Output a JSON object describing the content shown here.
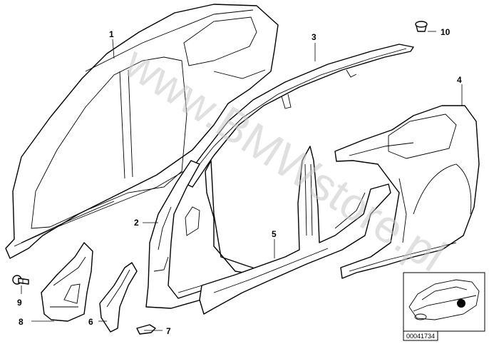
{
  "diagram": {
    "callouts": [
      {
        "id": "1",
        "label": "1"
      },
      {
        "id": "2",
        "label": "2"
      },
      {
        "id": "3",
        "label": "3"
      },
      {
        "id": "4",
        "label": "4"
      },
      {
        "id": "5",
        "label": "5"
      },
      {
        "id": "6",
        "label": "6"
      },
      {
        "id": "7",
        "label": "7"
      },
      {
        "id": "8",
        "label": "8"
      },
      {
        "id": "9",
        "label": "9"
      },
      {
        "id": "10",
        "label": "10"
      }
    ],
    "watermark": "www.BMWstore.pl",
    "reference_code": "00041734"
  }
}
